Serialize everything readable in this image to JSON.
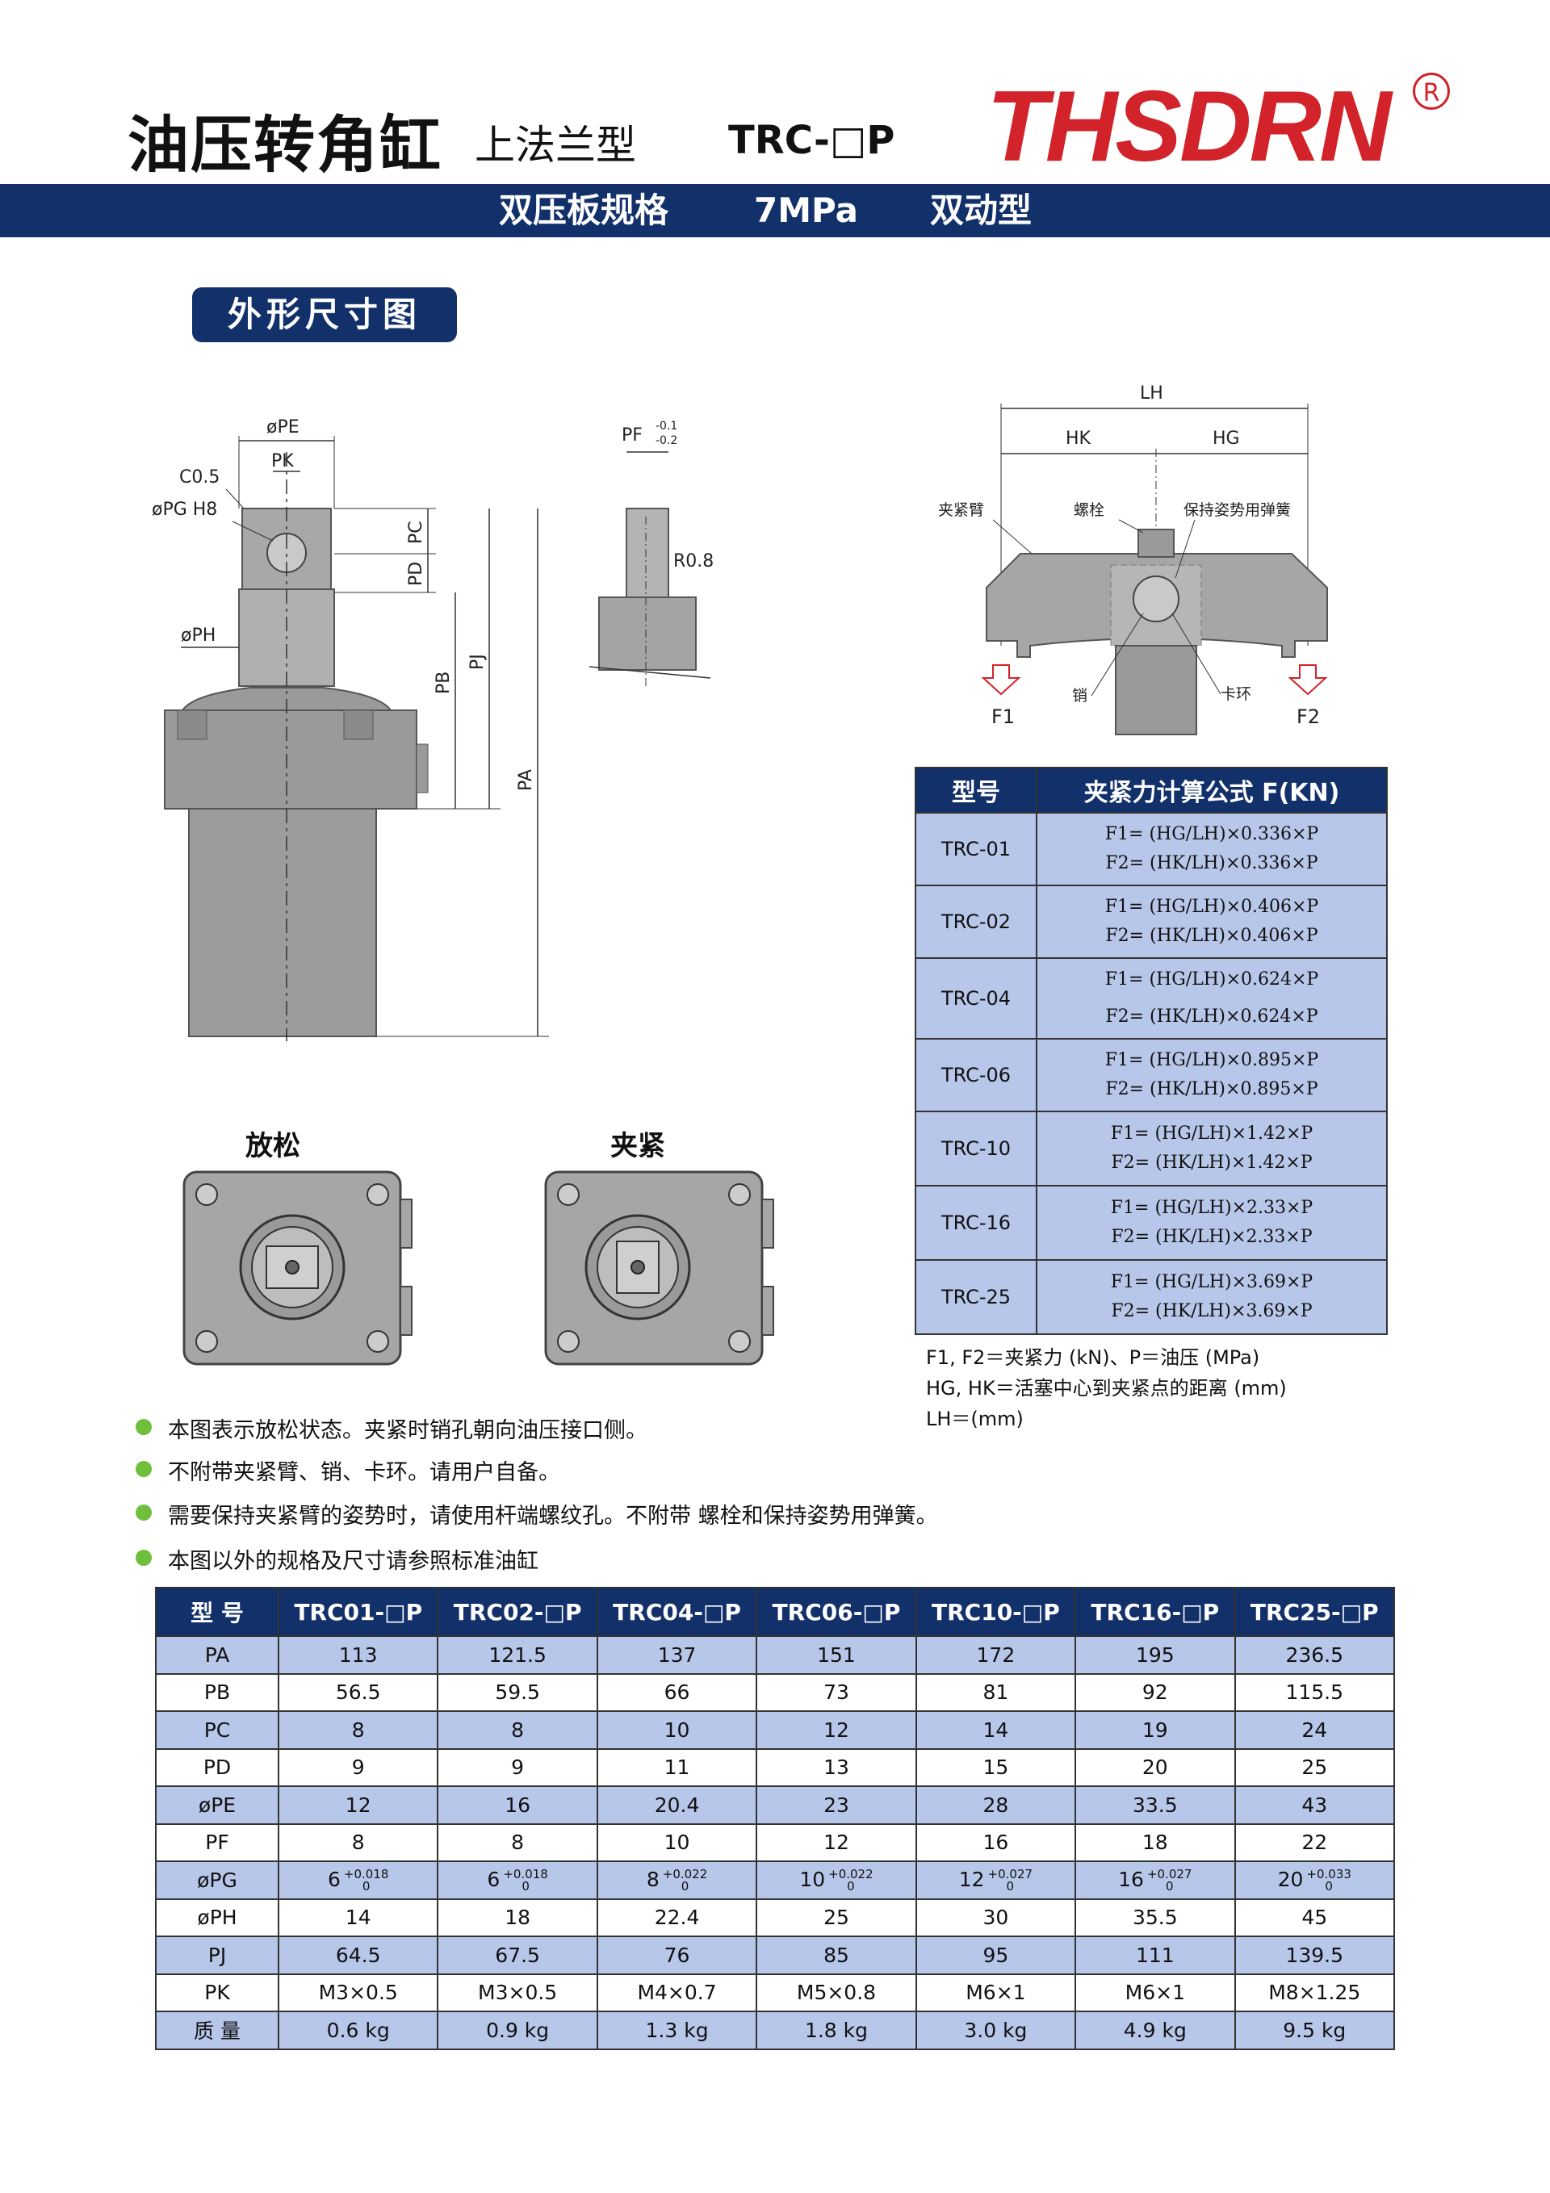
{
  "header": {
    "title": "油压转角缸",
    "subtitle": "上法兰型",
    "model": "TRC-□P",
    "logo": "THSDRN",
    "registered": "R",
    "bar_spec": "双压板规格",
    "bar_pressure": "7MPa",
    "bar_type": "双动型",
    "section": "外形尺寸图"
  },
  "drawing": {
    "labels": {
      "pe": "øPE",
      "pk": "PK",
      "c05": "C0.5",
      "pg": "øPG H8",
      "ph": "øPH",
      "pc": "PC",
      "pd": "PD",
      "pb": "PB",
      "pj": "PJ",
      "pa": "PA",
      "pf": "PF",
      "pf_upper": "-0.1",
      "pf_lower": "-0.2",
      "r08": "R0.8",
      "lh": "LH",
      "hk": "HK",
      "hg": "HG",
      "arm": "夹紧臂",
      "bolt": "螺栓",
      "spring": "保持姿势用弹簧",
      "pin": "销",
      "clip": "卡环",
      "f1": "F1",
      "f2": "F2",
      "released": "放松",
      "clamped": "夹紧"
    }
  },
  "formula_table": {
    "headers": [
      "型号",
      "夹紧力计算公式 F(KN)"
    ],
    "rows": [
      {
        "model": "TRC-01",
        "f1": "F1= (HG/LH)×0.336×P",
        "f2": "F2= (HK/LH)×0.336×P"
      },
      {
        "model": "TRC-02",
        "f1": "F1= (HG/LH)×0.406×P",
        "f2": "F2= (HK/LH)×0.406×P"
      },
      {
        "model": "TRC-04",
        "f1": "F1= (HG/LH)×0.624×P",
        "f2": "F2= (HK/LH)×0.624×P"
      },
      {
        "model": "TRC-06",
        "f1": "F1= (HG/LH)×0.895×P",
        "f2": "F2= (HK/LH)×0.895×P"
      },
      {
        "model": "TRC-10",
        "f1": "F1= (HG/LH)×1.42×P",
        "f2": "F2= (HK/LH)×1.42×P"
      },
      {
        "model": "TRC-16",
        "f1": "F1= (HG/LH)×2.33×P",
        "f2": "F2= (HK/LH)×2.33×P"
      },
      {
        "model": "TRC-25",
        "f1": "F1= (HG/LH)×3.69×P",
        "f2": "F2= (HK/LH)×3.69×P"
      }
    ],
    "legend": [
      "F1, F2＝夹紧力 (kN)、P＝油压 (MPa)",
      "HG, HK＝活塞中心到夹紧点的距离 (mm)",
      "LH＝(mm)"
    ]
  },
  "notes": [
    "本图表示放松状态。夹紧时销孔朝向油压接口侧。",
    "不附带夹紧臂、销、卡环。请用户自备。",
    "需要保持夹紧臂的姿势时，请使用杆端螺纹孔。不附带 螺栓和保持姿势用弹簧。",
    "本图以外的规格及尺寸请参照标准油缸"
  ],
  "spec_table": {
    "headers": [
      "型 号",
      "TRC01-□P",
      "TRC02-□P",
      "TRC04-□P",
      "TRC06-□P",
      "TRC10-□P",
      "TRC16-□P",
      "TRC25-□P"
    ],
    "rows": [
      {
        "name": "PA",
        "values": [
          "113",
          "121.5",
          "137",
          "151",
          "172",
          "195",
          "236.5"
        ]
      },
      {
        "name": "PB",
        "values": [
          "56.5",
          "59.5",
          "66",
          "73",
          "81",
          "92",
          "115.5"
        ]
      },
      {
        "name": "PC",
        "values": [
          "8",
          "8",
          "10",
          "12",
          "14",
          "19",
          "24"
        ]
      },
      {
        "name": "PD",
        "values": [
          "9",
          "9",
          "11",
          "13",
          "15",
          "20",
          "25"
        ]
      },
      {
        "name": "øPE",
        "values": [
          "12",
          "16",
          "20.4",
          "23",
          "28",
          "33.5",
          "43"
        ]
      },
      {
        "name": "PF",
        "values": [
          "8",
          "8",
          "10",
          "12",
          "16",
          "18",
          "22"
        ]
      },
      {
        "name": "øPG",
        "values": [
          "6",
          "6",
          "8",
          "10",
          "12",
          "16",
          "20"
        ],
        "tol_upper": [
          "+0.018",
          "+0.018",
          "+0.022",
          "+0.022",
          "+0.027",
          "+0.027",
          "+0.033"
        ],
        "tol_lower": [
          "0",
          "0",
          "0",
          "0",
          "0",
          "0",
          "0"
        ]
      },
      {
        "name": "øPH",
        "values": [
          "14",
          "18",
          "22.4",
          "25",
          "30",
          "35.5",
          "45"
        ]
      },
      {
        "name": "PJ",
        "values": [
          "64.5",
          "67.5",
          "76",
          "85",
          "95",
          "111",
          "139.5"
        ]
      },
      {
        "name": "PK",
        "values": [
          "M3×0.5",
          "M3×0.5",
          "M4×0.7",
          "M5×0.8",
          "M6×1",
          "M6×1",
          "M8×1.25"
        ]
      },
      {
        "name": "质  量",
        "values": [
          "0.6 kg",
          "0.9 kg",
          "1.3 kg",
          "1.8 kg",
          "3.0 kg",
          "4.9 kg",
          "9.5 kg"
        ]
      }
    ]
  },
  "colors": {
    "navy": "#12306a",
    "brand_red": "#d2232a",
    "row_blue": "#b7c7ea",
    "bullet_green": "#6fbf3d",
    "body_gray": "#9a9a9a"
  }
}
